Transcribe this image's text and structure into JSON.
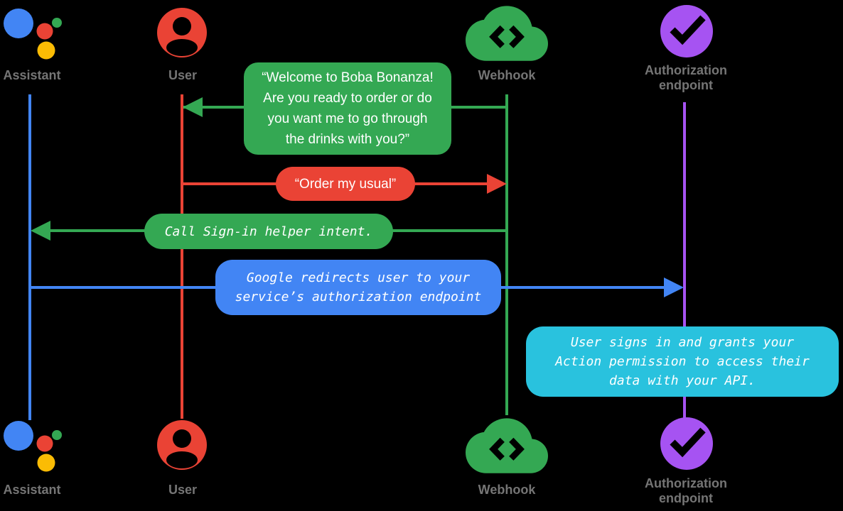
{
  "diagram": {
    "title": "Account linking sign-in sequence diagram",
    "colors": {
      "assistant_blue": "#4285f4",
      "user_red": "#ea4335",
      "webhook_green": "#34a853",
      "authorization_purple": "#a653f2",
      "note_cyan": "#29c2de",
      "label_gray": "#757575",
      "assistant_logo_yellow": "#fbbc04",
      "assistant_logo_green": "#34a853",
      "background": "#000000",
      "message_text": "#ffffff"
    },
    "actors": [
      {
        "id": "assistant",
        "label": "Assistant",
        "icon": "google-assistant-icon"
      },
      {
        "id": "user",
        "label": "User",
        "icon": "user-icon"
      },
      {
        "id": "webhook",
        "label": "Webhook",
        "icon": "cloud-code-icon"
      },
      {
        "id": "authorization-endpoint",
        "label": "Authorization endpoint",
        "label_line1": "Authorization",
        "label_line2": "endpoint",
        "icon": "check-circle-icon"
      }
    ],
    "messages": [
      {
        "from": "webhook",
        "to": "user",
        "style": "sans",
        "lines": [
          "“Welcome to Boba Bonanza!",
          "Are you ready to order or do",
          "you want me to go through",
          "the drinks with you?”"
        ]
      },
      {
        "from": "user",
        "to": "webhook",
        "style": "sans",
        "lines": [
          "“Order my usual”"
        ]
      },
      {
        "from": "webhook",
        "to": "assistant",
        "style": "mono-italic",
        "lines": [
          "Call Sign-in helper intent."
        ]
      },
      {
        "from": "assistant",
        "to": "authorization-endpoint",
        "style": "mono-italic",
        "lines": [
          "Google redirects user to your",
          "service’s authorization endpoint"
        ]
      }
    ],
    "note": {
      "at": "authorization-endpoint",
      "style": "mono-italic",
      "lines": [
        "User signs in and grants your",
        "Action permission to access their",
        "data with your API."
      ]
    }
  }
}
